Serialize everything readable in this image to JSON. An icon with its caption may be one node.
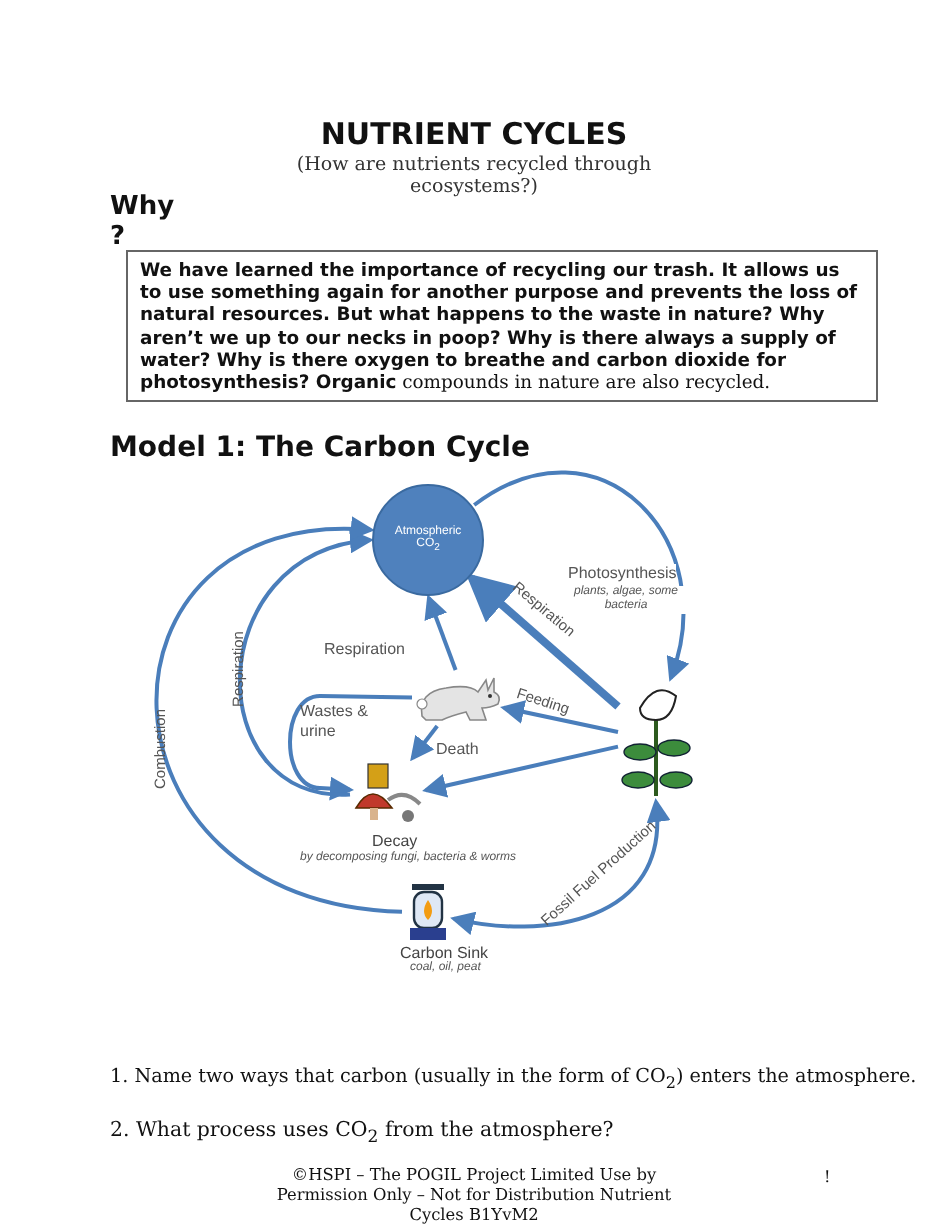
{
  "diagram": {
    "title": "NUTRIENT CYCLES",
    "nodes": [
      {
        "text": [
          "Atmospheric CO$_{2}$"
        ]
      },
      {
        "text": [],
        "shape": "picture"
      },
      {
        "text": [],
        "shape": "picture"
      },
      {
        "text": [],
        "shape": "picture",
        "beside": [
          "Decay",
          "by decomposing fungi, bacteria & worms"
        ]
      },
      {
        "text": [],
        "shape": "picture",
        "beside": [
          "Carbon Sink",
          "coal, oil, peat"
        ]
      }
    ],
    "edges": [
      {
        "from": 0,
        "to": 1,
        "arrow": "to",
        "label": "Photosynthesis"
      },
      {
        "from": 1,
        "to": 0,
        "arrow": "to",
        "label": "Respiration",
        "style": "thick"
      },
      {
        "from": 1,
        "to": 2,
        "arrow": "to",
        "label": "Feeding"
      },
      {
        "from": 1,
        "to": 3,
        "arrow": "to"
      },
      {
        "from": 2,
        "to": 0,
        "arrow": "to",
        "label": "Respiration"
      },
      {
        "from": 2,
        "to": 3,
        "arrow": "to",
        "label": "Death"
      },
      {
        "from": 2,
        "to": 3,
        "arrow": "to",
        "label": "Wastes & urine"
      },
      {
        "from": 3,
        "to": 0,
        "arrow": "to",
        "label": "Respiration"
      },
      {
        "from": 4,
        "to": 0,
        "arrow": "to",
        "label": "Combustion"
      },
      {
        "from": 1,
        "to": 4,
        "arrow": "both",
        "label": "Fossil Fuel Production"
      }
    ],
    "labels": [
      "(How are nutrients recycled through ecosystems?)",
      "Why ?",
      "**We have learned the importance of recycling our trash. It allows us to use something again for another purpose and prevents the loss of natural resources.  But what happens to the waste in nature? Why aren’t we up to our necks in poop?  Why is there always a supply of water?  Why is there oxygen to breathe and carbon dioxide for photosynthesis? Organic** compounds in nature are also recycled.",
      "Model 1: The Carbon Cycle",
      "plants, algae, some bacteria",
      "1. Name two ways that carbon (usually in the form of CO$_{2}$) enters the atmosphere.",
      "2. What process uses CO$_{2}$ from the atmosphere?",
      "©HSPI – The POGIL Project Limited Use by Permission Only – Not for Distribution Nutrient Cycles B1YvM2",
      "!"
    ]
  }
}
